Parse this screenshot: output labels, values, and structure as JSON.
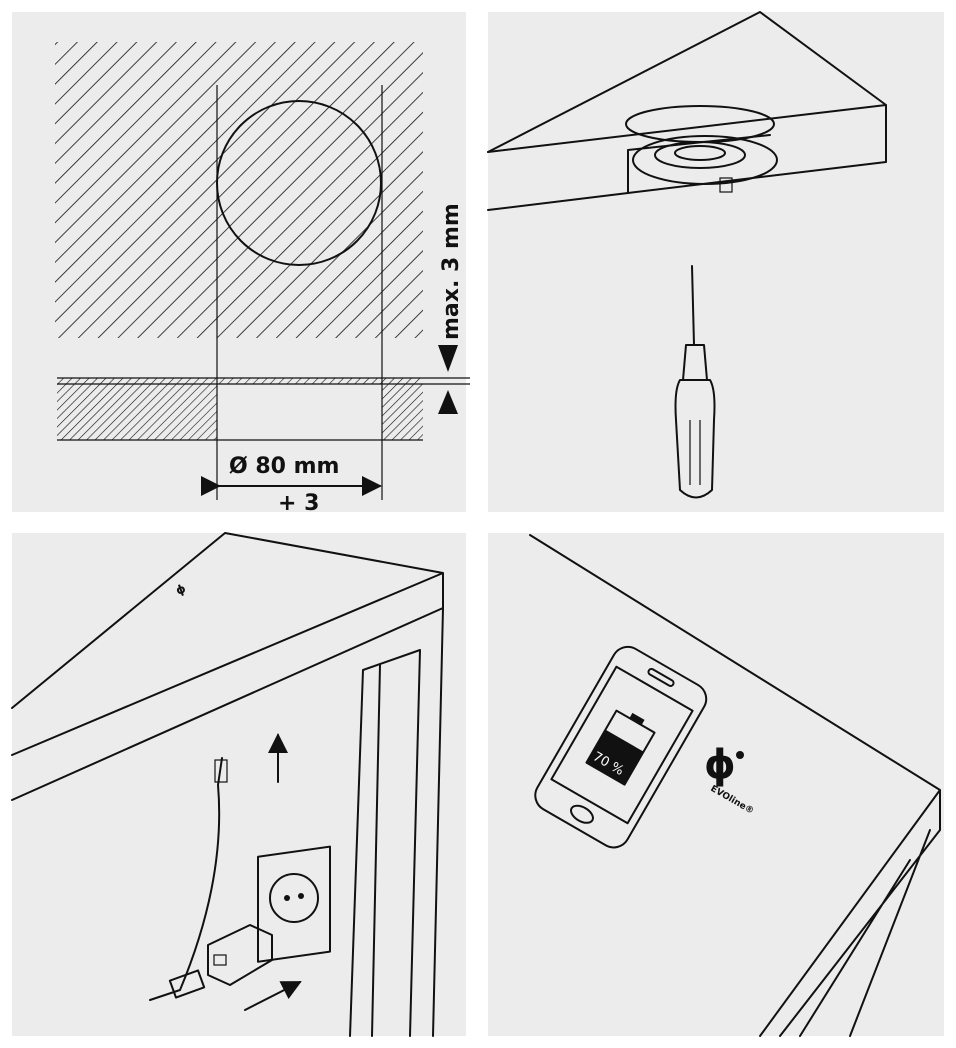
{
  "panels": [
    {
      "id": "cutout-dimensions",
      "labels": {
        "max_depth": "max. 3 mm",
        "diameter": "Ø 80 mm",
        "tolerance": "+ 3"
      }
    },
    {
      "id": "mount-with-screwdriver"
    },
    {
      "id": "connect-power"
    },
    {
      "id": "wireless-charging",
      "labels": {
        "battery": "70 %",
        "brand": "EVOline®"
      }
    }
  ],
  "colors": {
    "panel_bg": "#ececec",
    "ink": "#111111",
    "gutter": "#ffffff"
  }
}
